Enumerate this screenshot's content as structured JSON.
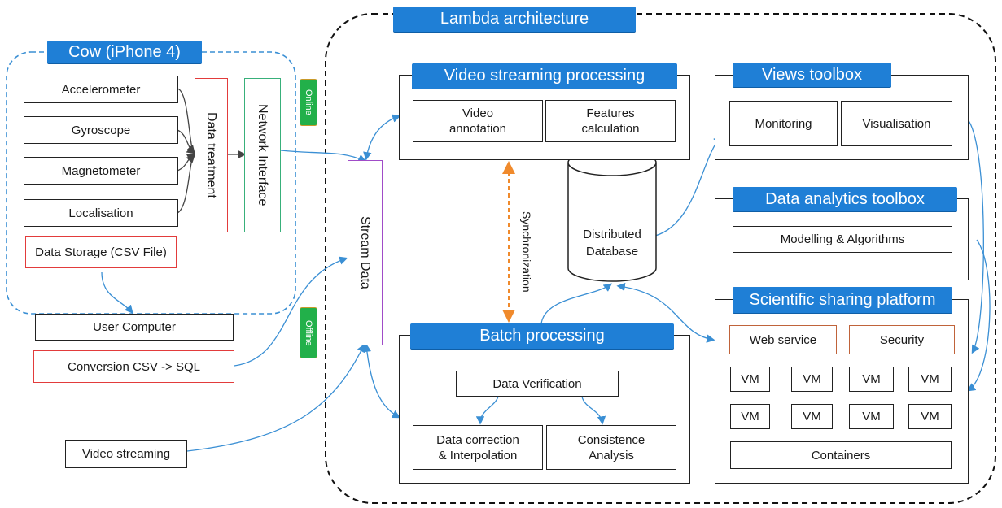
{
  "lambda": {
    "title": "Lambda architecture"
  },
  "cow": {
    "title": "Cow (iPhone 4)",
    "sensors": [
      "Accelerometer",
      "Gyroscope",
      "Magnetometer",
      "Localisation"
    ],
    "storage": "Data Storage (CSV File)",
    "data_treatment": "Data treatment",
    "network_interface": "Network Interface"
  },
  "badges": {
    "online": "Online",
    "offline": "Offline"
  },
  "stream_data": "Stream Data",
  "left": {
    "user_computer": "User Computer",
    "conversion": "Conversion CSV -> SQL",
    "video_streaming": "Video streaming"
  },
  "video_proc": {
    "title": "Video streaming processing",
    "annotation": "Video\nannotation",
    "features": "Features\ncalculation"
  },
  "synchronization": "Synchronization",
  "database": "Distributed\nDatabase",
  "batch": {
    "title": "Batch processing",
    "verification": "Data Verification",
    "correction": "Data correction\n& Interpolation",
    "consistence": "Consistence\nAnalysis"
  },
  "views": {
    "title": "Views toolbox",
    "monitoring": "Monitoring",
    "visualisation": "Visualisation"
  },
  "analytics": {
    "title": "Data analytics toolbox",
    "modelling": "Modelling & Algorithms"
  },
  "sharing": {
    "title": "Scientific sharing platform",
    "web_service": "Web service",
    "security": "Security",
    "vms": [
      "VM",
      "VM",
      "VM",
      "VM",
      "VM",
      "VM",
      "VM",
      "VM"
    ],
    "containers": "Containers"
  },
  "colors": {
    "title_blue": "#1f7fd6",
    "arrow_blue": "#3a8fd4",
    "sync_orange": "#f08a2c",
    "badge_green": "#22b04a"
  }
}
